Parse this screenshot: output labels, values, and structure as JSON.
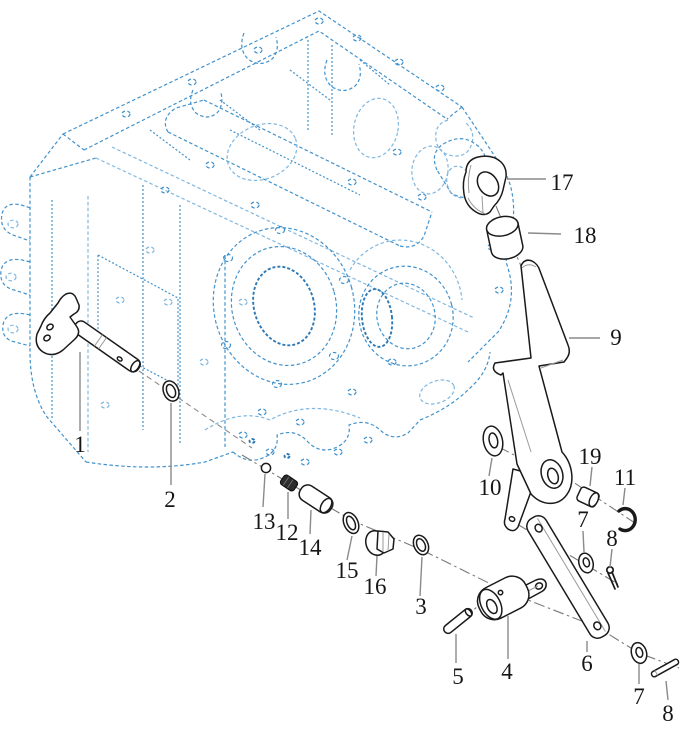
{
  "figure": {
    "kind": "exploded-parts-diagram",
    "subject": "transmission housing with gear-shift linkage parts"
  },
  "colors": {
    "background": "#ffffff",
    "housing": "#4292cc",
    "housing_light": "#7fb7e0",
    "housing_accent": "#2d78b5",
    "part_line": "#1a1a1a",
    "part_fill": "#ffffff",
    "spring_fill": "#2d2d2d",
    "leader": "#8a8a8a",
    "axis": "#7a7a7a",
    "label": "#161616"
  },
  "callouts": [
    {
      "label": "1"
    },
    {
      "label": "2"
    },
    {
      "label": "13"
    },
    {
      "label": "12"
    },
    {
      "label": "14"
    },
    {
      "label": "15"
    },
    {
      "label": "16"
    },
    {
      "label": "3"
    },
    {
      "label": "5"
    },
    {
      "label": "4"
    },
    {
      "label": "6"
    },
    {
      "label": "7"
    },
    {
      "label": "8"
    },
    {
      "label": "17"
    },
    {
      "label": "18"
    },
    {
      "label": "9"
    },
    {
      "label": "10"
    },
    {
      "label": "19"
    },
    {
      "label": "11"
    },
    {
      "label": "7"
    },
    {
      "label": "8"
    }
  ]
}
